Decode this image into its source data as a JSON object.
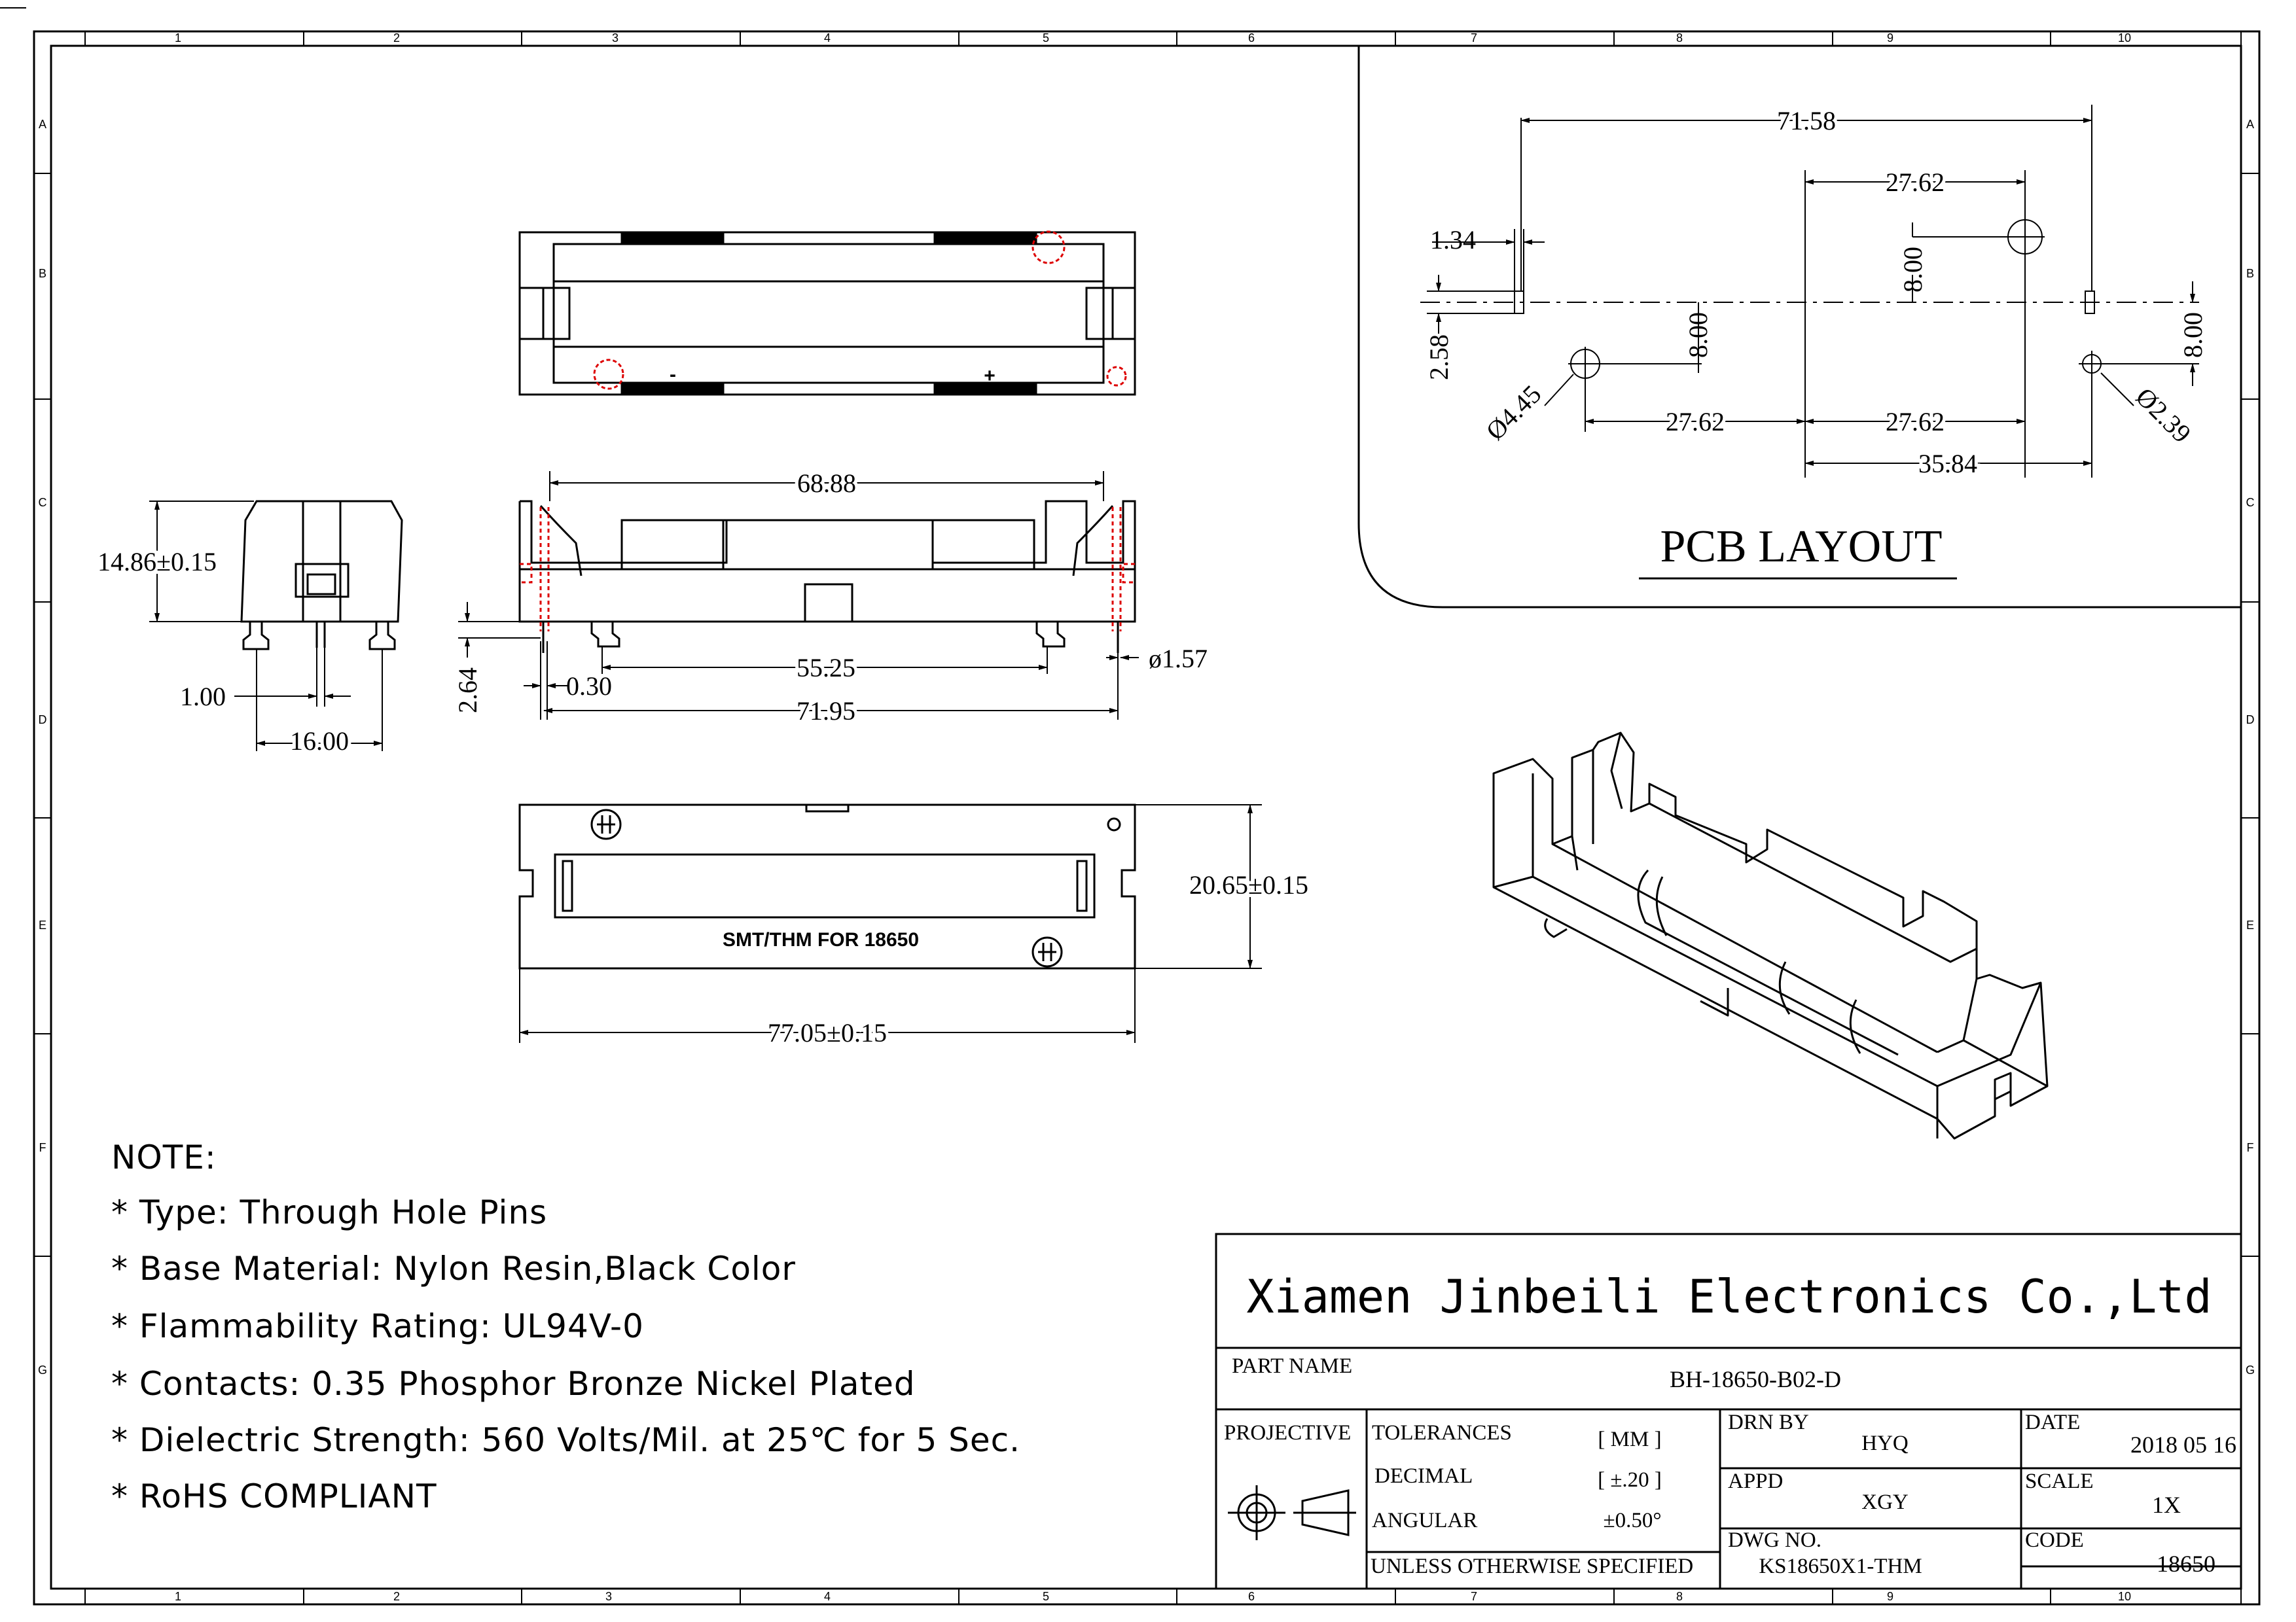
{
  "frame": {
    "col_labels": [
      "1",
      "2",
      "3",
      "4",
      "5",
      "6",
      "7",
      "8",
      "9",
      "10"
    ],
    "row_labels": [
      "A",
      "B",
      "C",
      "D",
      "E",
      "F",
      "G"
    ]
  },
  "dimensions": {
    "height": "14.86±0.15",
    "pin_width": "1.00",
    "pin_spacing": "16.00",
    "contact_span": "68.88",
    "standoff": "2.64",
    "pin_thickness": "0.30",
    "hole_span": "55.25",
    "overall_pins": "71.95",
    "pin_diameter": "ø1.57",
    "width": "20.65±0.15",
    "length": "77.05±0.15"
  },
  "pcb": {
    "title": "PCB LAYOUT",
    "dims": {
      "overall": "71.58",
      "top_offset": "27.62",
      "slot_width": "1.34",
      "v_upper": "8.00",
      "v_left": "8.00",
      "v_right": "8.00",
      "slot_height": "2.58",
      "big_hole": "Ø4.45",
      "small_hole": "Ø2.39",
      "bottom_left": "27.62",
      "bottom_mid": "27.62",
      "bottom_right": "35.84"
    }
  },
  "top_view": {
    "minus": "-",
    "plus": "+"
  },
  "bottom_view": {
    "marking": "SMT/THM FOR 18650"
  },
  "notes": {
    "title": "NOTE:",
    "items": [
      "* Type:  Through Hole Pins",
      "* Base Material:  Nylon Resin,Black Color",
      "* Flammability Rating:  UL94V-0",
      "* Contacts:  0.35 Phosphor Bronze  Nickel Plated",
      "* Dielectric Strength: 560 Volts/Mil. at 25℃ for 5 Sec.",
      "* RoHS COMPLIANT"
    ]
  },
  "title_block": {
    "company": "Xiamen Jinbeili Electronics Co.,Ltd",
    "part_name_label": "PART NAME",
    "part_name": "BH-18650-B02-D",
    "projective_label": "PROJECTIVE",
    "tolerances_label": "TOLERANCES",
    "tolerances_unit": "[ MM ]",
    "decimal_label": "DECIMAL",
    "decimal_value": "[ ±.20 ]",
    "angular_label": "ANGULAR",
    "angular_value": "±0.50°",
    "unless": "UNLESS OTHERWISE SPECIFIED",
    "drn_label": "DRN BY",
    "drn_value": "HYQ",
    "appd_label": "APPD",
    "appd_value": "XGY",
    "dwg_label": "DWG NO.",
    "dwg_value": "KS18650X1-THM",
    "date_label": "DATE",
    "date_value": "2018 05 16",
    "scale_label": "SCALE",
    "scale_value": "1X",
    "code_label": "CODE",
    "code_value": "18650"
  }
}
